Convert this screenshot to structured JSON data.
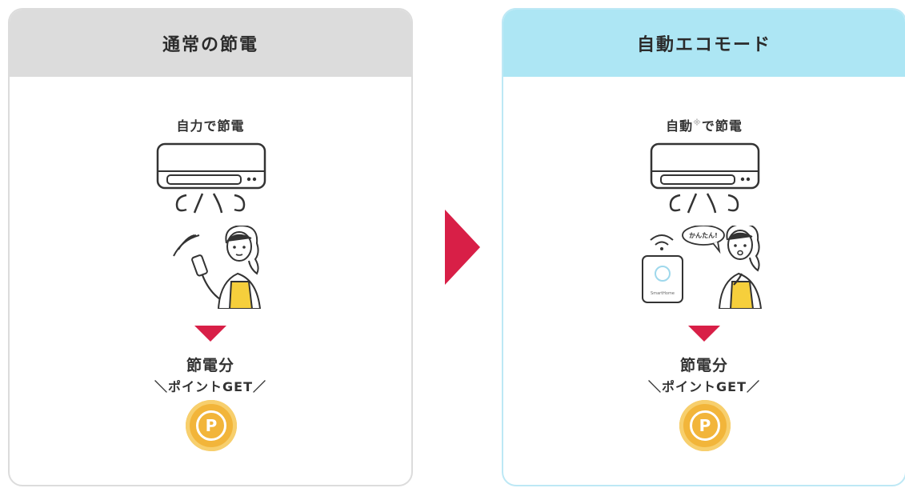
{
  "left_card": {
    "title": "通常の節電",
    "subtitle": "自力で節電",
    "saved_label": "節電分",
    "get_label": "＼ポイントGET／",
    "coin_letter": "P"
  },
  "right_card": {
    "title": "自動エコモード",
    "subtitle_main": "自動",
    "subtitle_note": "※",
    "subtitle_rest": "で節電",
    "speech_bubble": "かんたん!",
    "device_label": "SmartHome",
    "saved_label": "節電分",
    "get_label": "＼ポイントGET／",
    "coin_letter": "P"
  },
  "colors": {
    "left_header": "#dcdcdc",
    "right_header": "#ade6f4",
    "accent_red": "#d81f47",
    "coin_gold": "#f2b53a",
    "apron_yellow": "#f6cf3c"
  }
}
